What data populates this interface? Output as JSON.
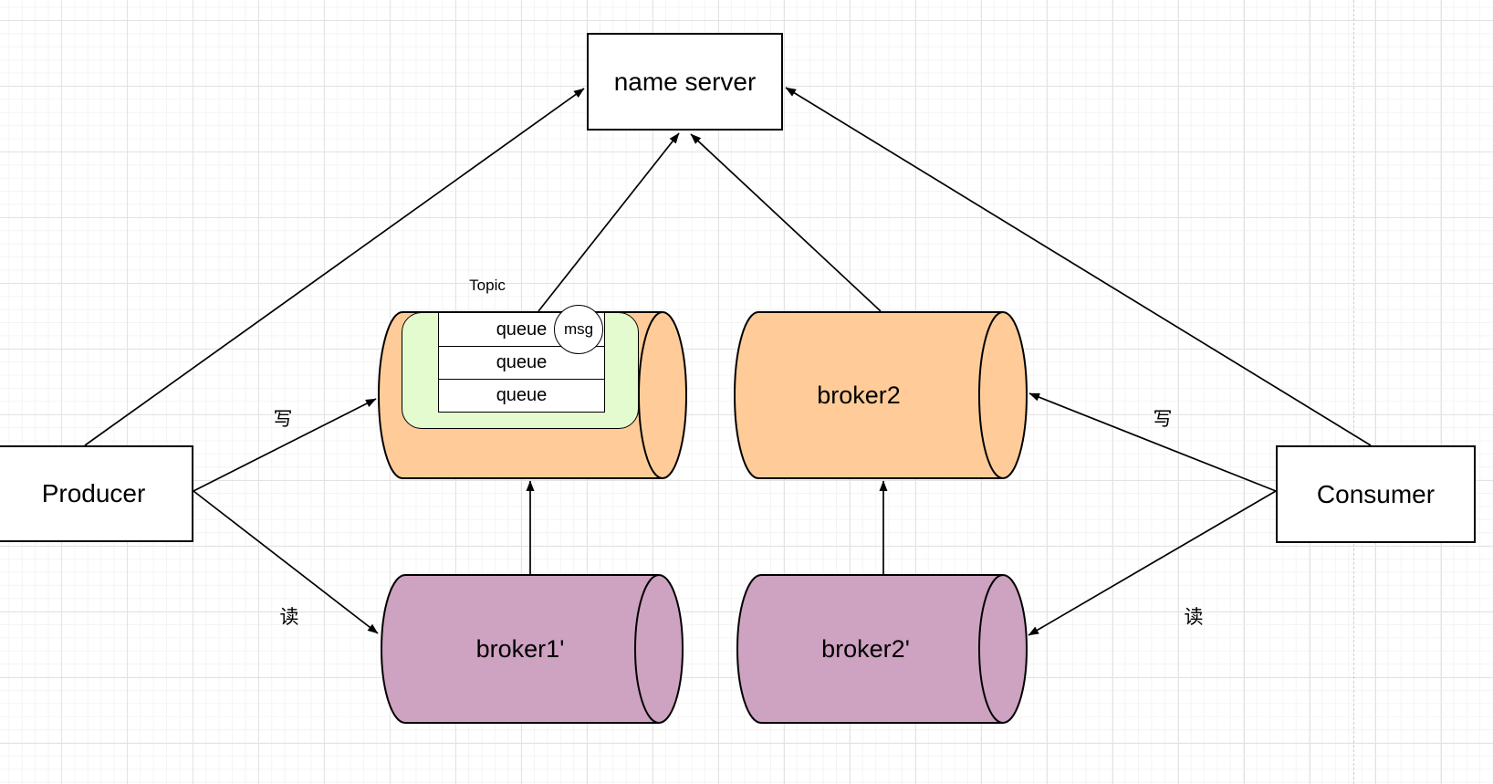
{
  "nodes": {
    "name_server": {
      "label": "name server"
    },
    "producer": {
      "label": "Producer"
    },
    "consumer": {
      "label": "Consumer"
    },
    "topic": {
      "label": "Topic"
    },
    "queues": [
      "queue",
      "queue",
      "queue"
    ],
    "msg": {
      "label": "msg"
    },
    "broker2": {
      "label": "broker2"
    },
    "broker1_prime": {
      "label": "broker1'"
    },
    "broker2_prime": {
      "label": "broker2'"
    }
  },
  "edge_labels": {
    "write": "写",
    "read": "读"
  },
  "colors": {
    "broker_orange": "#FFCC99",
    "replica_purple": "#CEA2C1",
    "topic_green": "#E4FBD0",
    "shape_white": "#FFFFFF",
    "stroke_black": "#000000",
    "grid_minor": "#F4F4F4",
    "grid_major": "#E3E3E3",
    "page_guide_gray": "#CCCCCC"
  }
}
